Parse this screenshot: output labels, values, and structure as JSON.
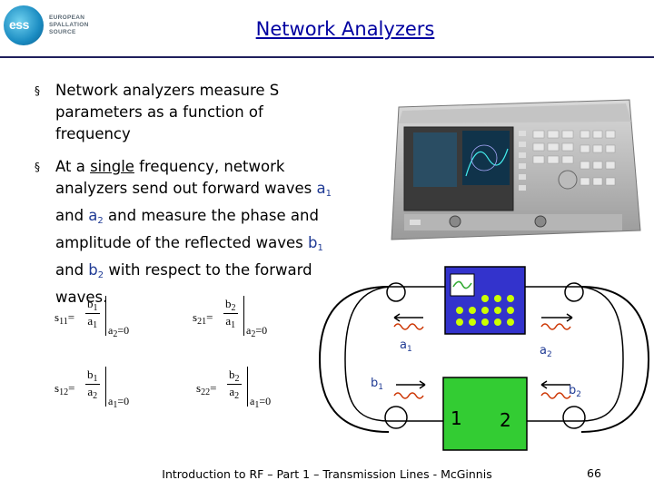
{
  "header": {
    "logo_text": [
      "EUROPEAN",
      "SPALLATION",
      "SOURCE"
    ],
    "logo_mark": "ess",
    "title": "Network Analyzers"
  },
  "bullets": [
    {
      "mark": "§",
      "text": "Network analyzers measure S parameters as a function of frequency"
    },
    {
      "mark": "§",
      "pre": "At a ",
      "underlined": "single",
      "mid1": " frequency, network analyzers send out forward waves ",
      "a1_base": "a",
      "a1_sub": "1",
      "and1": " and ",
      "a2_base": "a",
      "a2_sub": "2",
      "mid2": " and measure the phase and amplitude of the reflected waves ",
      "b1_base": "b",
      "b1_sub": "1",
      "and2": " and ",
      "b2_base": "b",
      "b2_sub": "2",
      "post": " with respect to the forward waves."
    }
  ],
  "equations": [
    {
      "lhs": "s",
      "lhs_sub": "11",
      "num": "b",
      "num_sub": "1",
      "den": "a",
      "den_sub": "1",
      "cond": "a",
      "cond_sub": "2",
      "cond_val": "=0"
    },
    {
      "lhs": "s",
      "lhs_sub": "21",
      "num": "b",
      "num_sub": "2",
      "den": "a",
      "den_sub": "1",
      "cond": "a",
      "cond_sub": "2",
      "cond_val": "=0"
    },
    {
      "lhs": "s",
      "lhs_sub": "12",
      "num": "b",
      "num_sub": "1",
      "den": "a",
      "den_sub": "2",
      "cond": "a",
      "cond_sub": "1",
      "cond_val": "=0"
    },
    {
      "lhs": "s",
      "lhs_sub": "22",
      "num": "b",
      "num_sub": "2",
      "den": "a",
      "den_sub": "2",
      "cond": "a",
      "cond_sub": "1",
      "cond_val": "=0"
    }
  ],
  "diagram": {
    "labels": {
      "a1": "a",
      "a1_sub": "1",
      "a2": "a",
      "a2_sub": "2",
      "b1": "b",
      "b1_sub": "1",
      "b2": "b",
      "b2_sub": "2",
      "port1": "1",
      "port2": "2"
    },
    "colors": {
      "analyzer": "#3333cc",
      "dut": "#33cc33",
      "dot": "#ccff00",
      "wave": "#cc3300",
      "arrow": "#1f3a94"
    }
  },
  "footer": {
    "text": "Introduction to RF – Part 1 – Transmission Lines - McGinnis",
    "page": "66"
  }
}
